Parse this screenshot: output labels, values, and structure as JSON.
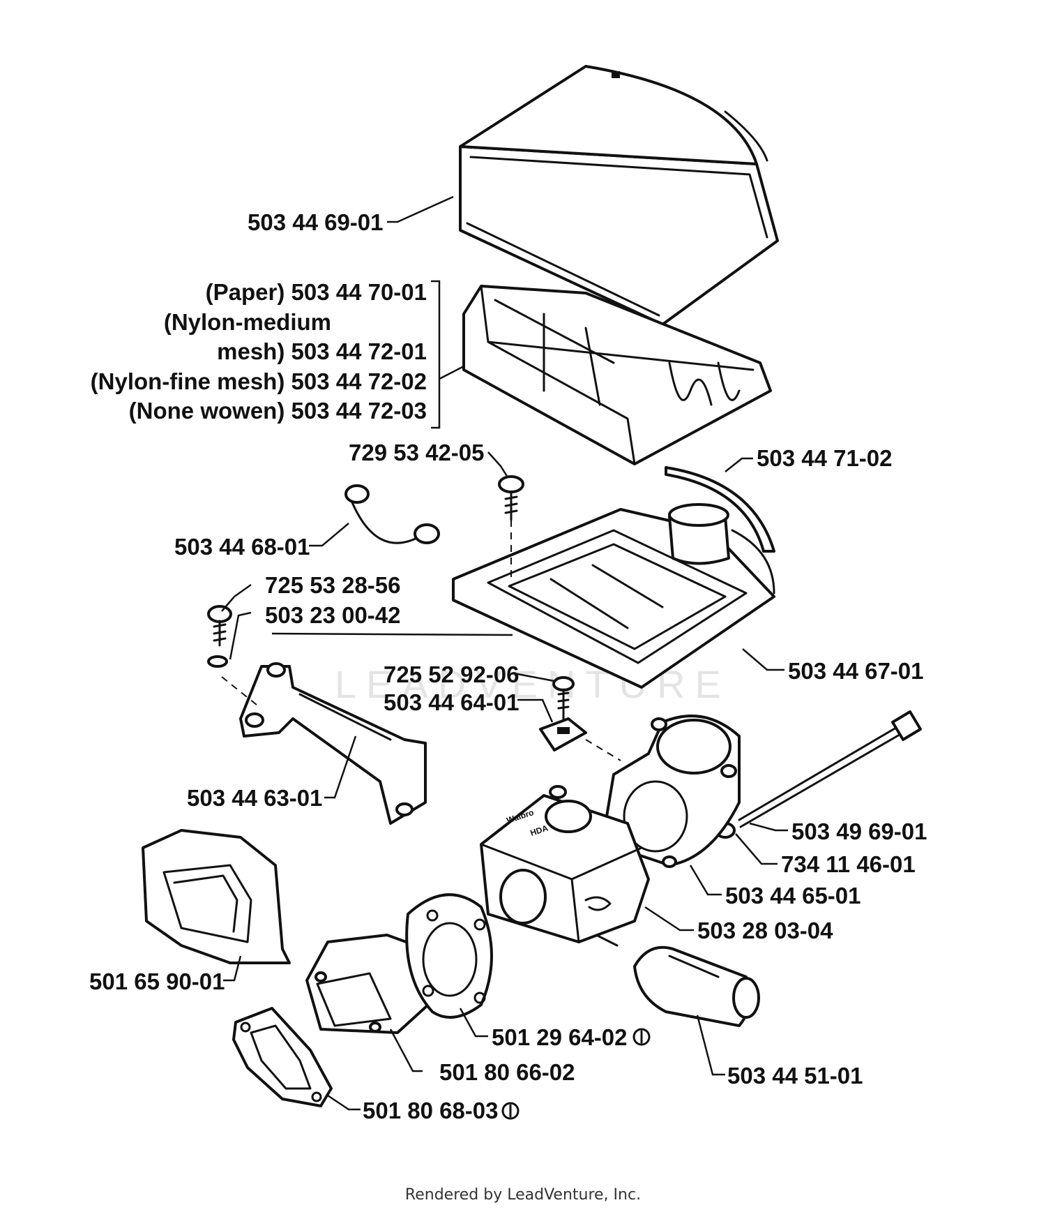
{
  "watermark": "LEADVENTURE",
  "credit": "Rendered by LeadVenture, Inc.",
  "carb_markings": {
    "m1": "Walbro",
    "m2": "HDA"
  },
  "parts": {
    "air_filter_cover": "503 44 69-01",
    "filter_options": [
      "(Paper) 503 44 70-01",
      "(Nylon-medium",
      "mesh) 503 44 72-01",
      "(Nylon-fine mesh) 503 44 72-02",
      "(None wowen) 503 44 72-03"
    ],
    "screw_top": "729 53 42-05",
    "seal_strip": "503 44 71-02",
    "choke_rod": "503 44 68-01",
    "screw_bracket": "725 53 28-56",
    "washer": "503 23 00-42",
    "filter_base": "503 44 67-01",
    "screw_clip": "725 52 92-06",
    "clip": "503 44 64-01",
    "bracket": "503 44 63-01",
    "long_bolt": "503 49 69-01",
    "nut": "734 11 46-01",
    "carb_elbow": "503 44 65-01",
    "carburetor": "503 28 03-04",
    "intake_boot": "501 65 90-01",
    "carb_gasket": "501 29 64-02",
    "intake_flange": "501 80 66-02",
    "flange_gasket": "501 80 68-03",
    "fuel_hose_fitting": "503 44 51-01"
  }
}
